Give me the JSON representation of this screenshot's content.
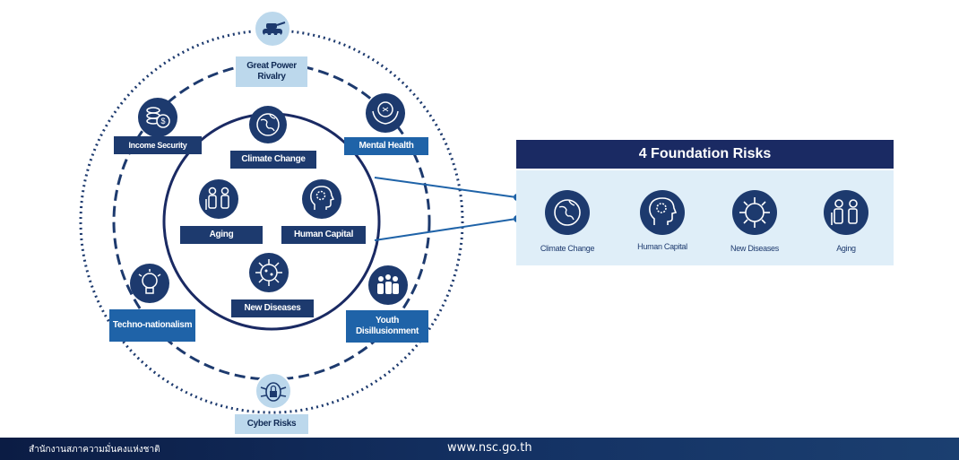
{
  "diagram": {
    "outer_ring": {
      "great_power": "Great Power Rivalry",
      "income": "Income Security",
      "mental": "Mental Health",
      "techno": "Techno-nationalism",
      "youth": "Youth Disillusionment",
      "cyber": "Cyber Risks"
    },
    "inner_ring": {
      "climate": "Climate Change",
      "aging": "Aging",
      "human": "Human Capital",
      "diseases": "New Diseases"
    }
  },
  "panel": {
    "title": "4 Foundation Risks",
    "items": [
      {
        "label": "Climate Change",
        "icon": "globe-icon"
      },
      {
        "label": "Human Capital",
        "icon": "head-gear-icon"
      },
      {
        "label": "New Diseases",
        "icon": "virus-icon"
      },
      {
        "label": "Aging",
        "icon": "elderly-people-icon"
      }
    ]
  },
  "footer": {
    "org": "สำนักงานสภาความมั่นคงแห่งชาติ",
    "url": "www.nsc.go.th"
  },
  "colors": {
    "navy": "#1d3a6e",
    "blue": "#1f63a8",
    "light_blue": "#bcd8ec",
    "panel_bg": "#dfeef8",
    "panel_title": "#1a2a63"
  }
}
